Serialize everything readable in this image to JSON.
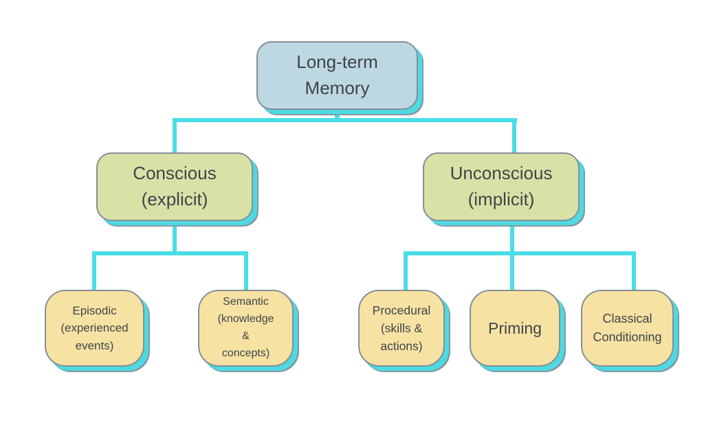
{
  "diagram_title": "Long-term Memory taxonomy flowchart",
  "colors": {
    "background": "#ffffff",
    "connector": "#4adde6",
    "border": "#878e94",
    "text": "#3e4449",
    "shadow": "#4ed9e2",
    "shadow_edge": "#8299a3",
    "root_fill": "#bdd8e2",
    "branch_fill": "#d9e2a6",
    "leaf_fill": "#f6e2a3"
  },
  "nodes": {
    "root": {
      "label": "Long-term\nMemory"
    },
    "conscious": {
      "label": "Conscious\n(explicit)"
    },
    "unconscious": {
      "label": "Unconscious\n(implicit)"
    },
    "episodic": {
      "label": "Episodic\n(experienced\nevents)"
    },
    "semantic": {
      "label": "Semantic\n(knowledge\n&\nconcepts)"
    },
    "procedural": {
      "label": "Procedural\n(skills &\nactions)"
    },
    "priming": {
      "label": "Priming"
    },
    "classical": {
      "label": "Classical\nConditioning"
    }
  },
  "edges": [
    "root-conscious",
    "root-unconscious",
    "conscious-episodic",
    "conscious-semantic",
    "unconscious-procedural",
    "unconscious-priming",
    "unconscious-classical"
  ]
}
